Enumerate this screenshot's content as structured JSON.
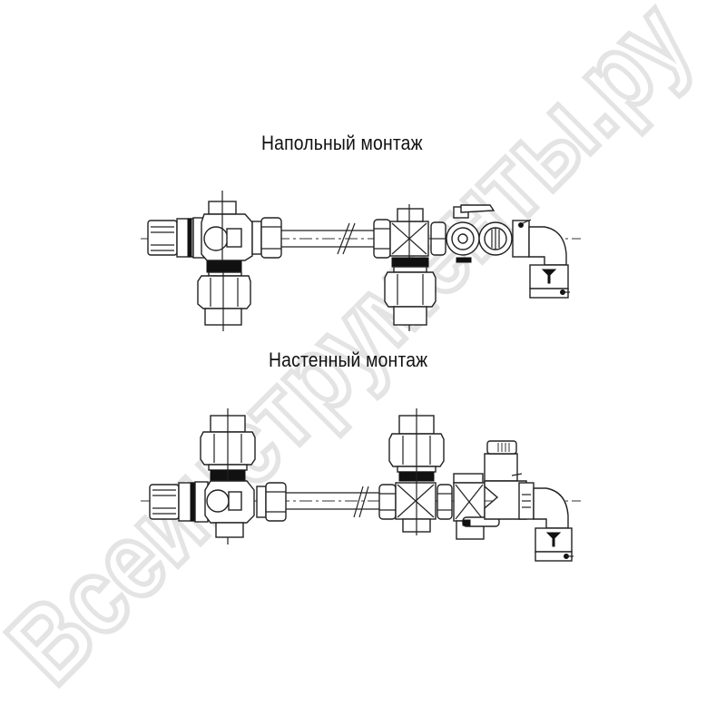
{
  "diagram": {
    "sections": [
      {
        "id": "floor",
        "title": "Напольный монтаж"
      },
      {
        "id": "wall",
        "title": "Настенный монтаж"
      }
    ]
  },
  "watermark": {
    "text": "Всеинструменты.ру",
    "color": "#e6e6e6"
  },
  "colors": {
    "line": "#222222",
    "background": "#ffffff",
    "text": "#111111"
  }
}
